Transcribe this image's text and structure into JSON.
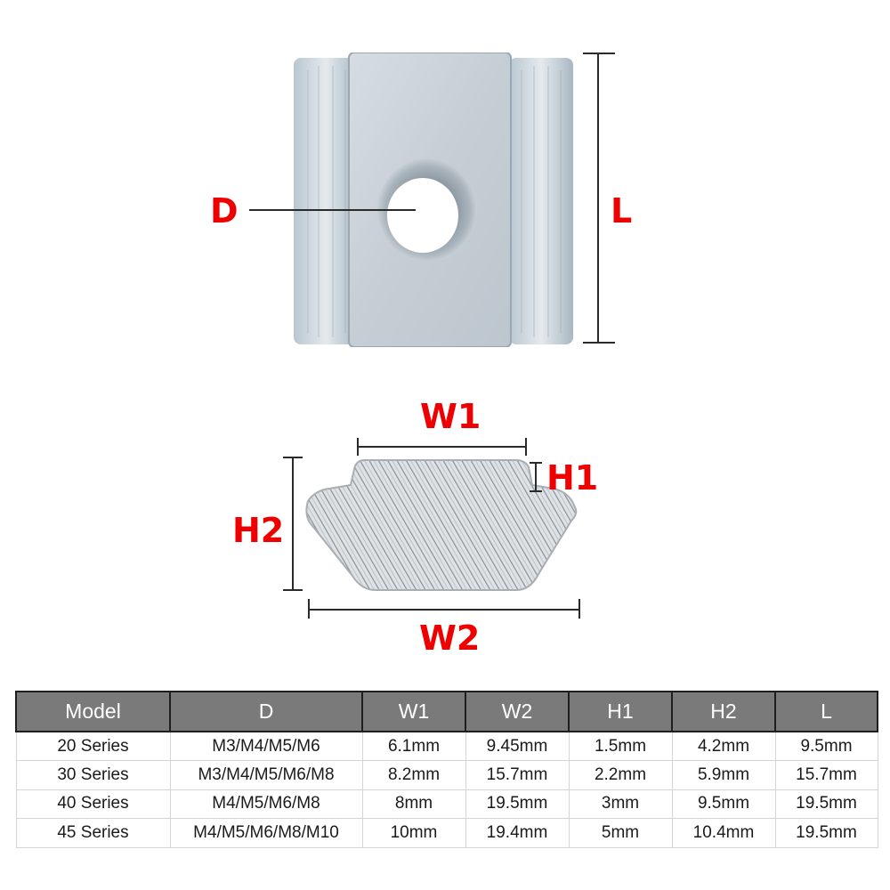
{
  "diagram": {
    "top_view": {
      "labels": {
        "D": "D",
        "L": "L"
      },
      "description": "T-nut top view with threaded hole"
    },
    "profile_view": {
      "labels": {
        "W1": "W1",
        "H1": "H1",
        "H2": "H2",
        "W2": "W2"
      },
      "description": "T-nut cross-section profile"
    },
    "colors": {
      "label_red": "#ee0000",
      "dimension_line": "#2a2a2a",
      "header_bg": "#7a7a7a",
      "header_border": "#1e1e1e",
      "cell_border": "#d4d4d4"
    }
  },
  "table": {
    "headers": [
      "Model",
      "D",
      "W1",
      "W2",
      "H1",
      "H2",
      "L"
    ],
    "rows": [
      [
        "20 Series",
        "M3/M4/M5/M6",
        "6.1mm",
        "9.45mm",
        "1.5mm",
        "4.2mm",
        "9.5mm"
      ],
      [
        "30 Series",
        "M3/M4/M5/M6/M8",
        "8.2mm",
        "15.7mm",
        "2.2mm",
        "5.9mm",
        "15.7mm"
      ],
      [
        "40 Series",
        "M4/M5/M6/M8",
        "8mm",
        "19.5mm",
        "3mm",
        "9.5mm",
        "19.5mm"
      ],
      [
        "45 Series",
        "M4/M5/M6/M8/M10",
        "10mm",
        "19.4mm",
        "5mm",
        "10.4mm",
        "19.5mm"
      ]
    ]
  }
}
